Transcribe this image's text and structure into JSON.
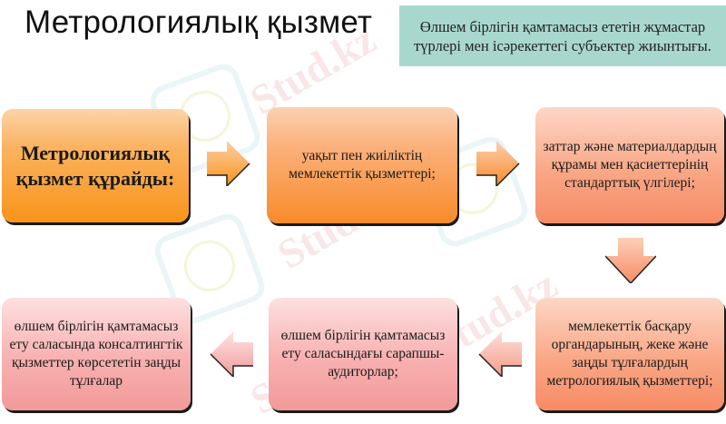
{
  "title": "Метрологиялық қызмет",
  "definition": "Өлшем бірлігін қамтамасыз ететін жұмастар түрлері мен ісәрекеттегі субъектер жиынтығы.",
  "flow": {
    "start": "Метрологиялық қызмет құрайды:",
    "steps": [
      "уақыт пен жиіліктің мемлекеттік қызметтері;",
      "заттар және материалдардың құрамы мен қасиеттерінің стандарттық үлгілері;",
      "мемлекеттік басқару органдарының, жеке және заңды тұлғалардың метрологиялық қызметтері;",
      "өлшем бірлігін қамтамасыз ету саласындағы сарапшы-аудиторлар;",
      "өлшем бірлігін қамтамасыз ету саласында консалтингтік қызметтер көрсететін заңды тұлғалар"
    ]
  },
  "watermark": "Stud.kz",
  "colors": {
    "definition_bg": "#a8d8cd",
    "orange": "#f88b2a",
    "salmon": "#f78b66",
    "pink": "#f29a9a"
  }
}
